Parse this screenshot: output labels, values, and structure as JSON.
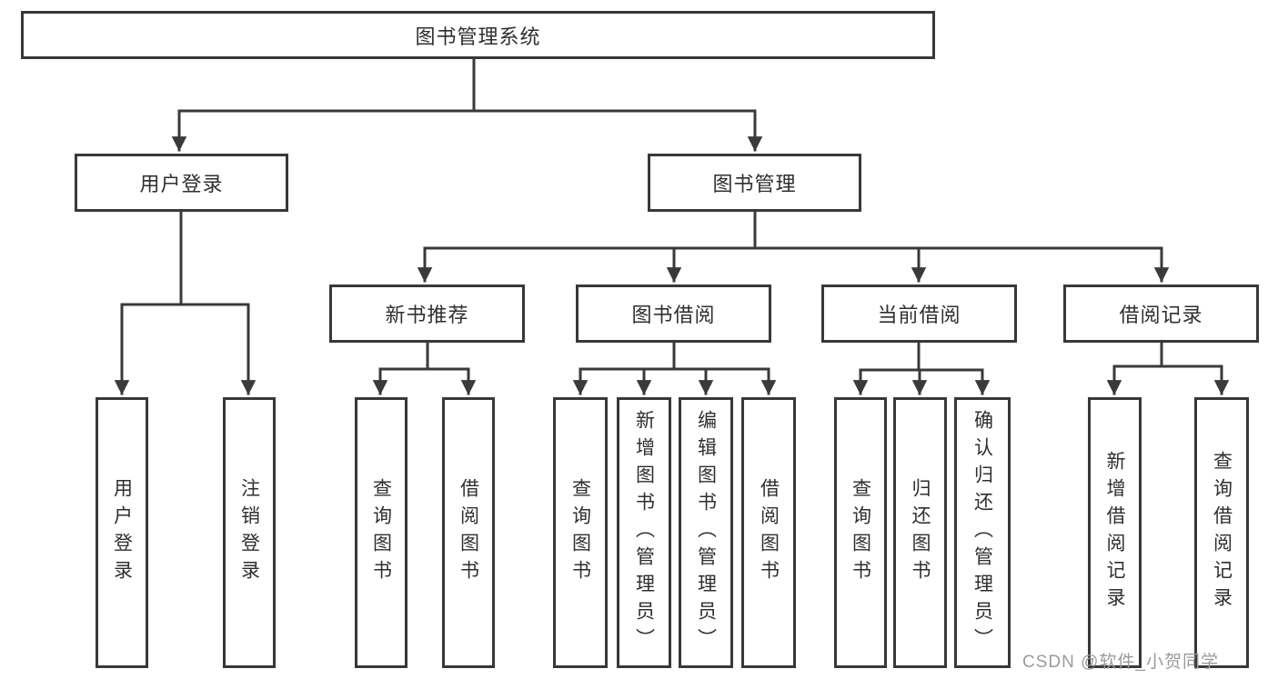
{
  "diagram_type": "hierarchy",
  "tree": {
    "label": "图书管理系统",
    "children": [
      {
        "label": "用户登录",
        "children": [
          {
            "label": "用户登录"
          },
          {
            "label": "注销登录"
          }
        ]
      },
      {
        "label": "图书管理",
        "children": [
          {
            "label": "新书推荐",
            "children": [
              {
                "label": "查询图书"
              },
              {
                "label": "借阅图书"
              }
            ]
          },
          {
            "label": "图书借阅",
            "children": [
              {
                "label": "查询图书"
              },
              {
                "label": "新增图书（管理员）"
              },
              {
                "label": "编辑图书（管理员）"
              },
              {
                "label": "借阅图书"
              }
            ]
          },
          {
            "label": "当前借阅",
            "children": [
              {
                "label": "查询图书"
              },
              {
                "label": "归还图书"
              },
              {
                "label": "确认归还（管理员）"
              }
            ]
          },
          {
            "label": "借阅记录",
            "children": [
              {
                "label": "新增借阅记录"
              },
              {
                "label": "查询借阅记录"
              }
            ]
          }
        ]
      }
    ]
  },
  "watermark": "CSDN @软件_小贺同学",
  "colors": {
    "line": "#3a3a3a",
    "text": "#2f2f2f",
    "background": "#ffffff",
    "watermark": "#9b9b9b"
  }
}
